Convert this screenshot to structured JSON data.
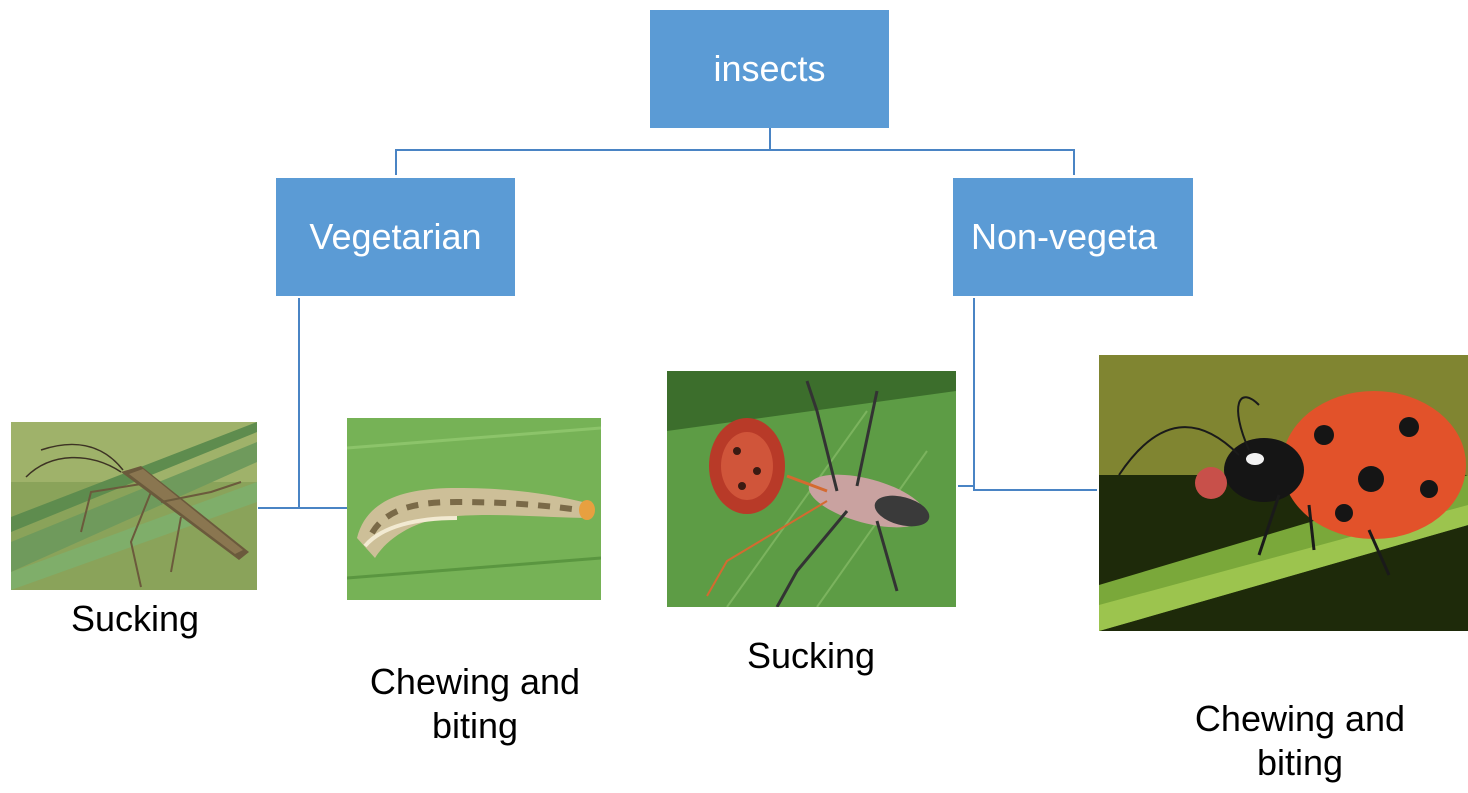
{
  "diagram": {
    "root": {
      "label": "insects"
    },
    "branches": [
      {
        "label": "Vegetarian"
      },
      {
        "label": "Non-vegeta"
      }
    ],
    "examples": [
      {
        "caption": [
          "Sucking"
        ],
        "image": "sucking-bug-on-grass-photo"
      },
      {
        "caption": [
          "Chewing and",
          "biting"
        ],
        "image": "caterpillar-on-leaf-photo"
      },
      {
        "caption": [
          "Sucking"
        ],
        "image": "assassin-bug-with-prey-photo"
      },
      {
        "caption": [
          "Chewing and",
          "biting"
        ],
        "image": "ladybird-beetle-photo"
      }
    ]
  },
  "colors": {
    "node_fill": "#5b9bd5",
    "connector": "#4a84c4",
    "node_text": "#ffffff",
    "caption_text": "#000000"
  }
}
